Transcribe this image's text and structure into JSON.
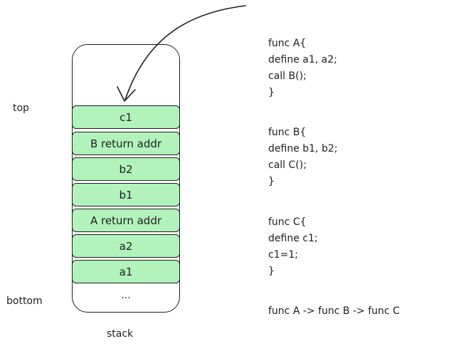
{
  "diagram": {
    "stack_slots": [
      {
        "label": "c1"
      },
      {
        "label": "B return addr"
      },
      {
        "label": "b2"
      },
      {
        "label": "b1"
      },
      {
        "label": "A return addr"
      },
      {
        "label": "a2"
      },
      {
        "label": "a1"
      }
    ],
    "ellipsis": "...",
    "top_label": "top",
    "bottom_label": "bottom",
    "stack_label": "stack",
    "code": {
      "func_a": [
        "func A{",
        "define a1, a2;",
        "call B();",
        "}"
      ],
      "func_b": [
        "func B{",
        "define b1, b2;",
        "call C();",
        "}"
      ],
      "func_c": [
        "func C{",
        "define c1;",
        "c1=1;",
        "}"
      ]
    },
    "call_chain": "func A -> func B -> func C",
    "colors": {
      "slot_fill": "#b2f2bb",
      "stroke": "#1e1e1e"
    }
  }
}
